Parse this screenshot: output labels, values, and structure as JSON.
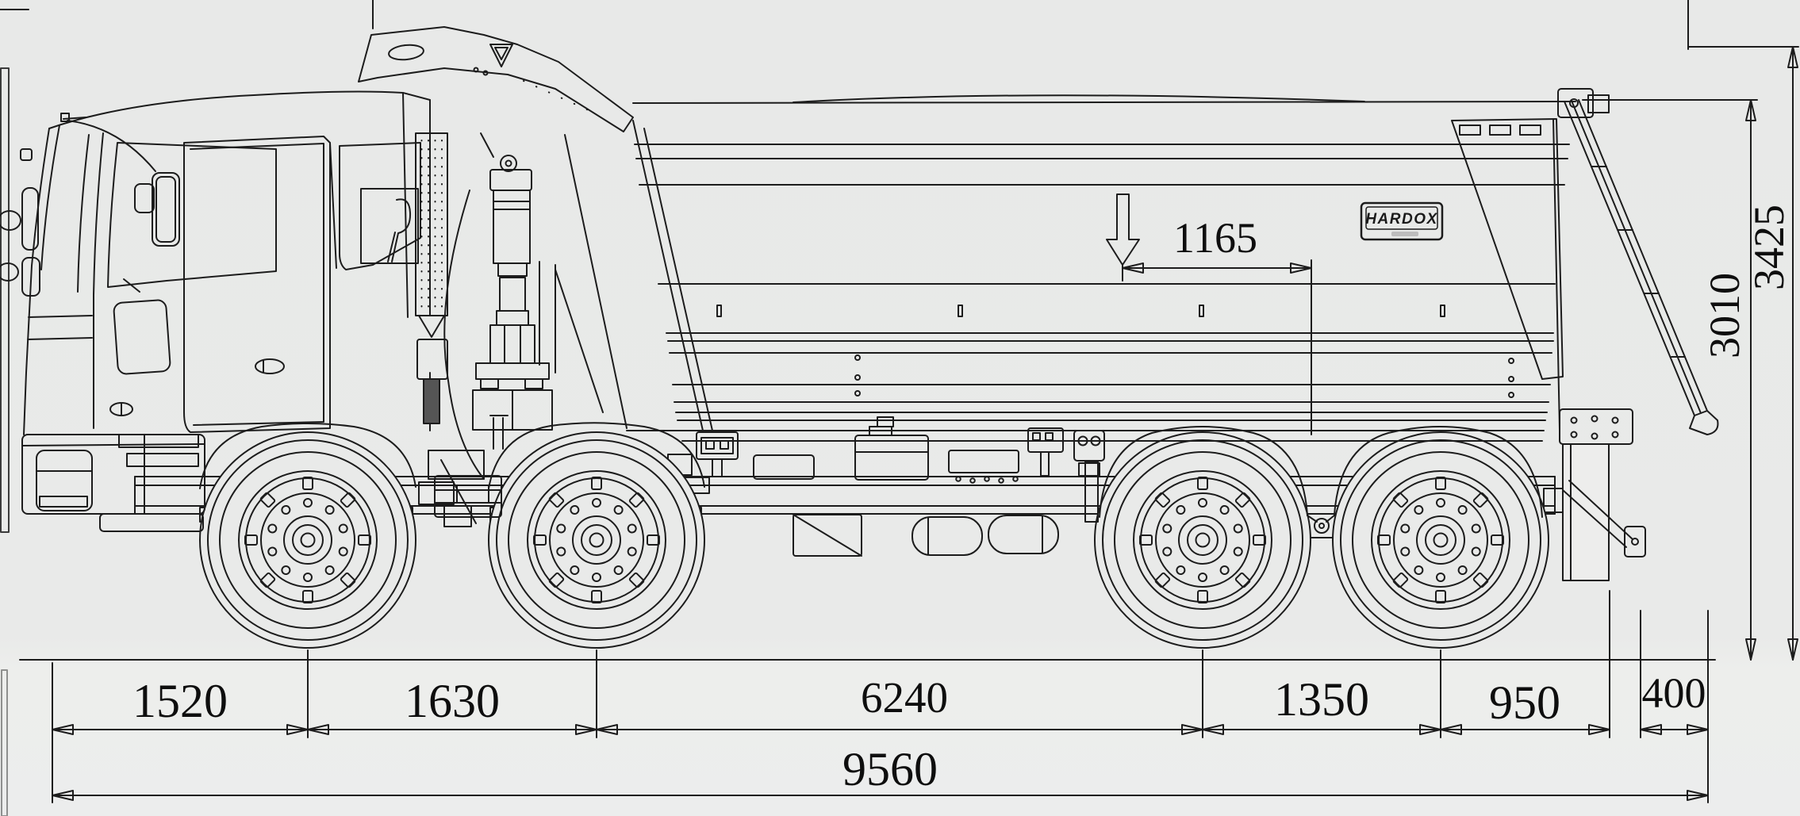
{
  "badge": {
    "brand": "HARDOX"
  },
  "dims": {
    "load_center": "1165",
    "body_height": "3010",
    "overall_height": "3425",
    "front_overhang": "1520",
    "axle_1_2": "1630",
    "axle_2_3": "6240",
    "axle_3_4": "1350",
    "axle_4_rear": "950",
    "rear_overhang": "400",
    "overall_length": "9560"
  },
  "colors": {
    "background": "#e9eae9",
    "line": "#1c1c1c",
    "dimension_text": "#0e0e0e"
  }
}
